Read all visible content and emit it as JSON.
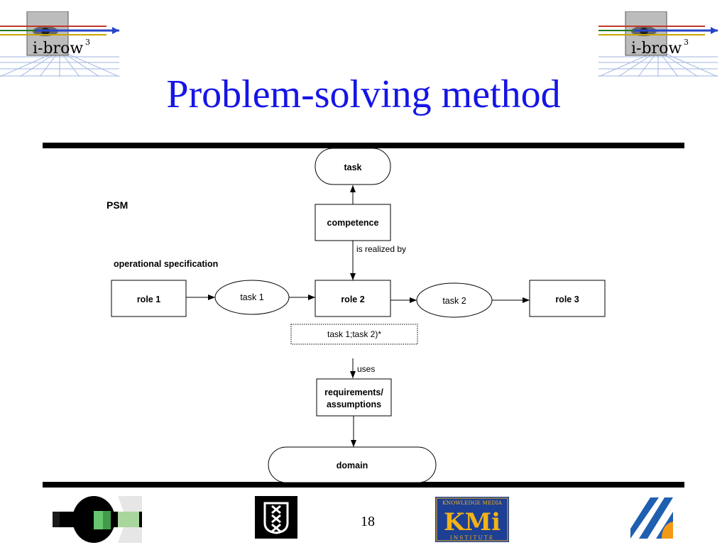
{
  "slide": {
    "title": "Problem-solving method",
    "page_number": "18"
  },
  "logos": {
    "ibrow_text": "i-brow",
    "ibrow_superscript": "3",
    "kmi_top": "KNOWLEDGE MEDIA",
    "kmi_main": "KMi",
    "kmi_bottom": "INSTITUTE"
  },
  "diagram": {
    "psm_label": "PSM",
    "opspec_label": "operational specification",
    "task": "task",
    "competence": "competence",
    "is_realized_by": "is realized by",
    "role1": "role 1",
    "task1": "task 1",
    "role2": "role 2",
    "task2": "task 2",
    "role3": "role 3",
    "control": "task 1;task 2)*",
    "uses": "uses",
    "requirements_line1": "requirements/",
    "requirements_line2": "assumptions",
    "domain": "domain"
  },
  "colors": {
    "title": "#1515e6",
    "rule": "#000000",
    "kmi_background": "#1d3f94",
    "kmi_text": "#f2b318",
    "stripe_blue": "#1f5fb0",
    "stripe_orange": "#f29a17"
  }
}
